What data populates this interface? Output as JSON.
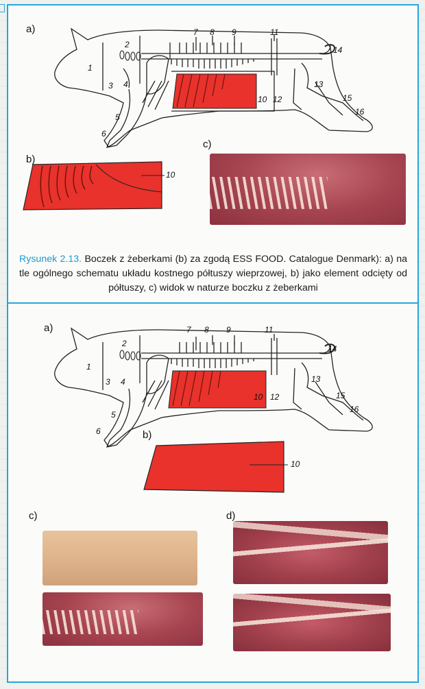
{
  "colors": {
    "frame_blue": "#29a4dc",
    "caption_blue": "#1e98cf",
    "cut_red": "#e8322b"
  },
  "figure1": {
    "label_a": "a)",
    "label_b": "b)",
    "label_c": "c)",
    "numbers": [
      "1",
      "2",
      "3",
      "4",
      "5",
      "6",
      "7",
      "8",
      "9",
      "10",
      "11",
      "12",
      "13",
      "14",
      "15",
      "16"
    ],
    "cut_number": "10",
    "caption_title": "Rysunek 2.13.",
    "caption_body": " Boczek z żeberkami (b) za zgodą ESS FOOD. Catalogue Denmark): a) na tle ogólnego schematu układu kostnego półtuszy wieprzowej, b) jako element odcięty od półtuszy, c) widok w naturze boczku z żeberkami"
  },
  "figure2": {
    "label_a": "a)",
    "label_b": "b)",
    "label_c": "c)",
    "label_d": "d)",
    "numbers": [
      "1",
      "2",
      "3",
      "4",
      "5",
      "6",
      "7",
      "8",
      "9",
      "10",
      "11",
      "12",
      "13",
      "14",
      "15",
      "16"
    ],
    "cut_number": "10"
  }
}
